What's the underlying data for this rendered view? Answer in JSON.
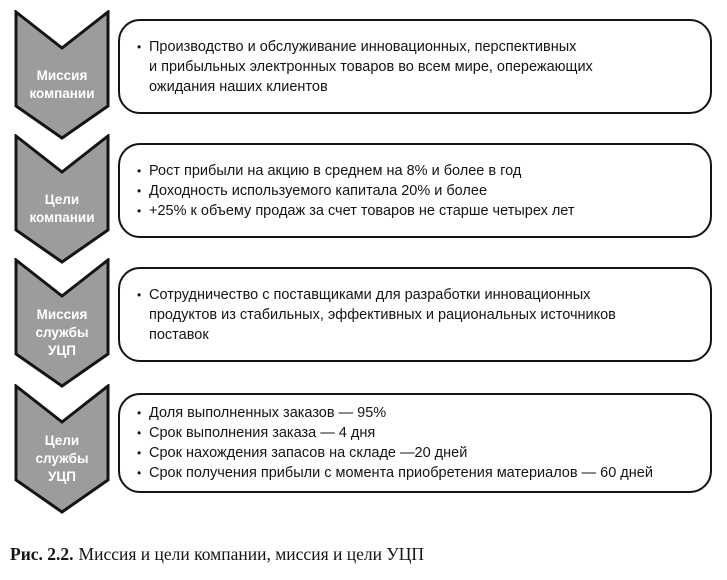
{
  "colors": {
    "chevron_fill": "#9c9c9c",
    "stroke": "#141414",
    "box_fill": "#ffffff",
    "label_color": "#ffffff",
    "text_color": "#141414",
    "bg": "#ffffff"
  },
  "rows": [
    {
      "label": "Миссия компании",
      "bullets": [
        "Производство и обслуживание инновационных, перспективных\nи прибыльных электронных товаров во всем мире, опережающих\nожидания наших клиентов"
      ]
    },
    {
      "label": "Цели компании",
      "bullets": [
        "Рост прибыли на акцию в среднем на 8% и более в год",
        "Доходность используемого капитала 20% и более",
        "+25% к объему продаж за счет товаров не старше четырех лет"
      ]
    },
    {
      "label": "Миссия службы УЦП",
      "bullets": [
        "Сотрудничество с поставщиками для разработки инновационных\nпродуктов из стабильных, эффективных и рациональных источников\nпоставок"
      ]
    },
    {
      "label": "Цели службы УЦП",
      "bullets": [
        "Доля выполненных заказов — 95%",
        "Срок выполнения заказа — 4 дня",
        "Срок нахождения запасов на складе —20 дней",
        "Срок получения прибыли с момента приобретения материалов — 60 дней"
      ]
    }
  ],
  "figure": {
    "caption_label": "Рис. 2.2.",
    "caption_text": "Миссия и цели компании, миссия и цели УЦП"
  }
}
